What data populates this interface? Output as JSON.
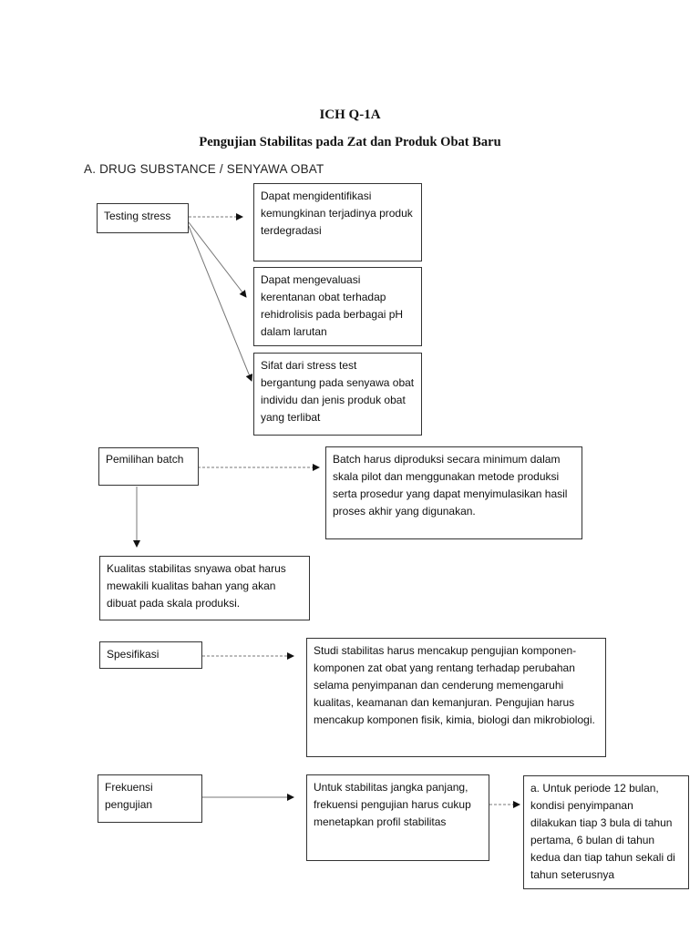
{
  "document": {
    "title": "ICH Q-1A",
    "subtitle": "Pengujian Stabilitas pada Zat dan Produk Obat Baru",
    "section": "A. DRUG SUBSTANCE / SENYAWA OBAT"
  },
  "nodes": {
    "testing_stress": "Testing stress",
    "stress_result_1": "Dapat mengidentifikasi kemungkinan terjadinya produk terdegradasi",
    "stress_result_2": "Dapat mengevaluasi kerentanan obat terhadap rehidrolisis pada berbagai pH dalam larutan",
    "stress_result_3": "Sifat dari stress test bergantung pada senyawa obat individu dan jenis produk obat yang terlibat",
    "pemilihan_batch": "Pemilihan batch",
    "batch_detail": "Batch harus diproduksi secara minimum dalam skala pilot dan menggunakan metode produksi serta prosedur yang dapat menyimulasikan hasil proses akhir yang digunakan.",
    "kualitas_stabilitas": "Kualitas stabilitas snyawa obat harus mewakili kualitas bahan yang akan dibuat pada skala produksi.",
    "spesifikasi": "Spesifikasi",
    "spesifikasi_detail": "Studi stabilitas harus mencakup pengujian komponen-komponen zat obat yang rentang terhadap perubahan selama penyimpanan dan cenderung memengaruhi kualitas, keamanan dan kemanjuran. Pengujian harus mencakup komponen fisik, kimia, biologi dan mikrobiologi.",
    "frekuensi": "Frekuensi pengujian",
    "frekuensi_detail": "Untuk stabilitas jangka panjang, frekuensi pengujian harus cukup menetapkan profil stabilitas",
    "frekuensi_periode": "a. Untuk periode 12 bulan, kondisi penyimpanan dilakukan tiap 3 bula di tahun pertama, 6 bulan di tahun kedua dan tiap tahun sekali di tahun seterusnya"
  }
}
